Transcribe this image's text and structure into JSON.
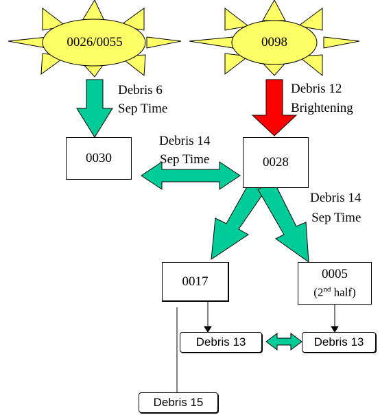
{
  "sun_left": {
    "label": "0026/0055"
  },
  "sun_right": {
    "label": "0098"
  },
  "arrow_labels": {
    "left_down": {
      "line1": "Debris 6",
      "line2": "Sep Time"
    },
    "right_down": {
      "line1": "Debris 12",
      "line2": "Brightening"
    },
    "horizontal": {
      "line1": "Debris 14",
      "line2": "Sep Time"
    },
    "diagonal": {
      "line1": "Debris 14",
      "line2": "Sep Time"
    }
  },
  "boxes": {
    "b0030": "0030",
    "b0028": "0028",
    "b0017": "0017",
    "b0005": {
      "line1": "0005",
      "line2_prefix": "(2",
      "line2_sup": "nd",
      "line2_suffix": " half)"
    },
    "debris13_left": "Debris 13",
    "debris13_right": "Debris 13",
    "debris15": "Debris 15"
  },
  "colors": {
    "sun_fill": "#ffff66",
    "green_arrow": "#00cc99",
    "red_arrow": "#ff0000"
  }
}
